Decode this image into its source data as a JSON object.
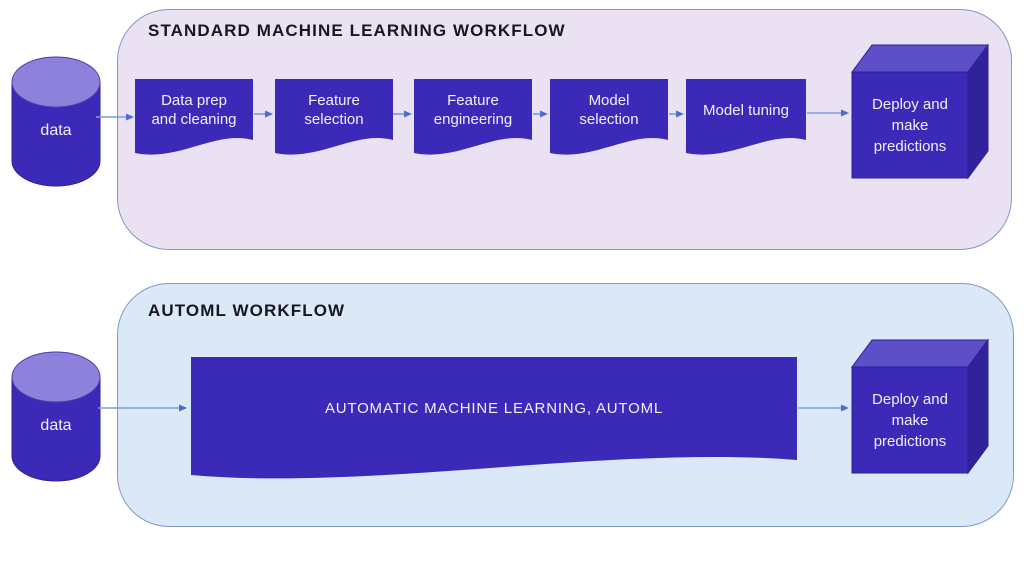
{
  "diagram": {
    "colors": {
      "shape_indigo": "#3b2ab8",
      "cylinder_top": "#8d81db",
      "cube_top_face": "#5d4fc8",
      "cube_right_face": "#31229b",
      "shape_outline": "#2d2093",
      "panel_standard_fill": "#eae2f2",
      "panel_automl_fill": "#dbe8f7",
      "panel_border": "#8099c6",
      "arrow_line": "#7f9dd6",
      "arrow_head": "#4e6bcd",
      "title_text": "#18161f",
      "shape_text": "#eef0fe"
    },
    "panels": [
      {
        "title": "STANDARD MACHINE LEARNING WORKFLOW",
        "source": {
          "label": "data",
          "shape": "database-cylinder"
        },
        "steps": [
          {
            "shape": "document",
            "lines": [
              "Data prep",
              "and cleaning"
            ]
          },
          {
            "shape": "document",
            "lines": [
              "Feature",
              "selection"
            ]
          },
          {
            "shape": "document",
            "lines": [
              "Feature",
              "engineering"
            ]
          },
          {
            "shape": "document",
            "lines": [
              "Model",
              "selection"
            ]
          },
          {
            "shape": "document",
            "lines": [
              "Model tuning"
            ]
          }
        ],
        "terminal": {
          "shape": "cube-3d",
          "lines": [
            "Deploy and",
            "make",
            "predictions"
          ]
        }
      },
      {
        "title": "AUTOML WORKFLOW",
        "source": {
          "label": "data",
          "shape": "database-cylinder"
        },
        "steps": [
          {
            "shape": "document",
            "lines": [
              "AUTOMATIC MACHINE LEARNING, AUTOML"
            ]
          }
        ],
        "terminal": {
          "shape": "cube-3d",
          "lines": [
            "Deploy and",
            "make",
            "predictions"
          ]
        }
      }
    ]
  }
}
